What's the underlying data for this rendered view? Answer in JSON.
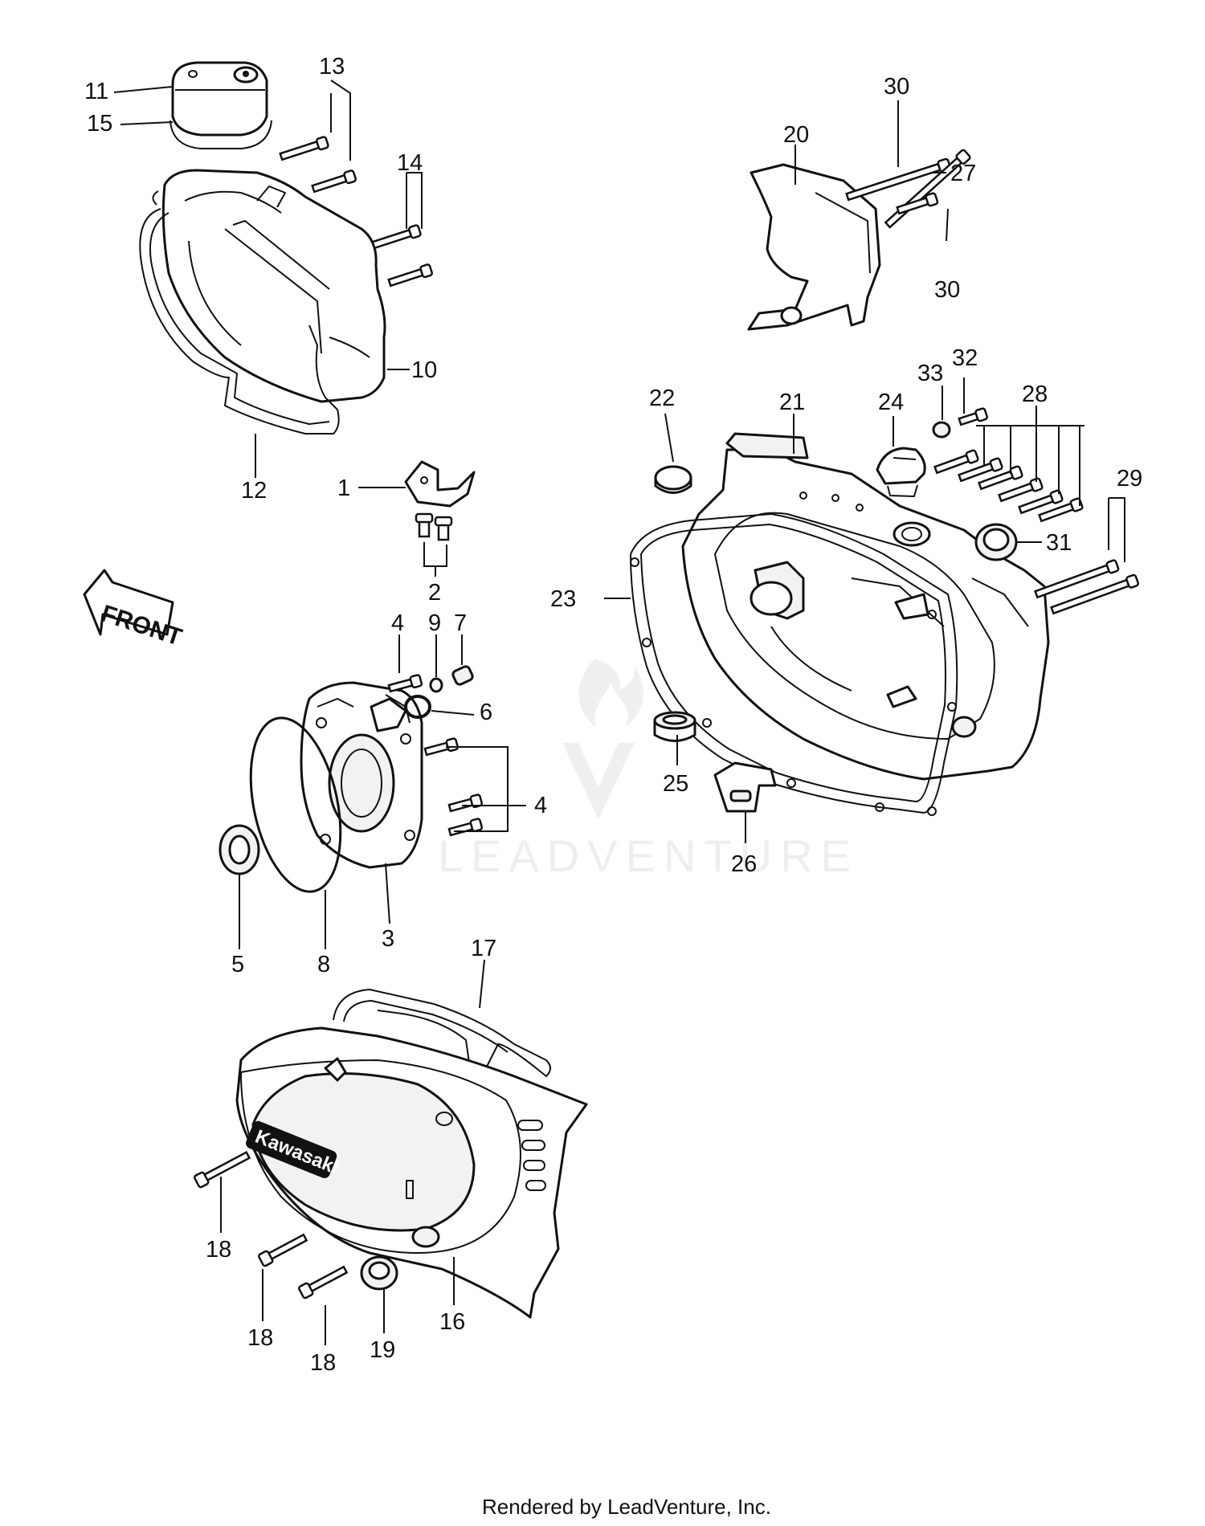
{
  "callouts": [
    {
      "id": "c1",
      "text": "1"
    },
    {
      "id": "c2",
      "text": "2"
    },
    {
      "id": "c3",
      "text": "3"
    },
    {
      "id": "c4a",
      "text": "4"
    },
    {
      "id": "c4b",
      "text": "4"
    },
    {
      "id": "c5",
      "text": "5"
    },
    {
      "id": "c6",
      "text": "6"
    },
    {
      "id": "c7",
      "text": "7"
    },
    {
      "id": "c8",
      "text": "8"
    },
    {
      "id": "c9",
      "text": "9"
    },
    {
      "id": "c10",
      "text": "10"
    },
    {
      "id": "c11",
      "text": "11"
    },
    {
      "id": "c12",
      "text": "12"
    },
    {
      "id": "c13",
      "text": "13"
    },
    {
      "id": "c14",
      "text": "14"
    },
    {
      "id": "c15",
      "text": "15"
    },
    {
      "id": "c16",
      "text": "16"
    },
    {
      "id": "c17",
      "text": "17"
    },
    {
      "id": "c18a",
      "text": "18"
    },
    {
      "id": "c18b",
      "text": "18"
    },
    {
      "id": "c18c",
      "text": "18"
    },
    {
      "id": "c19",
      "text": "19"
    },
    {
      "id": "c20",
      "text": "20"
    },
    {
      "id": "c21",
      "text": "21"
    },
    {
      "id": "c22",
      "text": "22"
    },
    {
      "id": "c23",
      "text": "23"
    },
    {
      "id": "c24",
      "text": "24"
    },
    {
      "id": "c25",
      "text": "25"
    },
    {
      "id": "c26",
      "text": "26"
    },
    {
      "id": "c27",
      "text": "27"
    },
    {
      "id": "c28",
      "text": "28"
    },
    {
      "id": "c29",
      "text": "29"
    },
    {
      "id": "c30a",
      "text": "30"
    },
    {
      "id": "c30b",
      "text": "30"
    },
    {
      "id": "c31",
      "text": "31"
    },
    {
      "id": "c32",
      "text": "32"
    },
    {
      "id": "c33",
      "text": "33"
    }
  ],
  "front_arrow_label": "FRONT",
  "cover_brand": "Kawasaki",
  "watermark_text": "LEADVENTURE",
  "footer_text": "Rendered by LeadVenture, Inc."
}
